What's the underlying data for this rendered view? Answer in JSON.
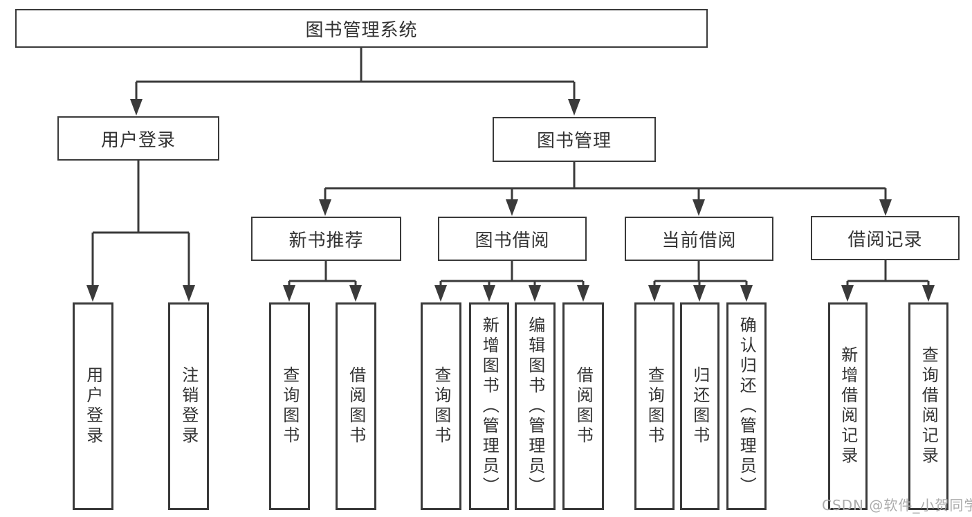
{
  "tree": {
    "root": {
      "label": "图书管理系统"
    },
    "branches": [
      {
        "label": "用户登录",
        "children": [
          {
            "label": "用户登录"
          },
          {
            "label": "注销登录"
          }
        ]
      },
      {
        "label": "图书管理",
        "sections": [
          {
            "label": "新书推荐",
            "children": [
              {
                "label": "查询图书"
              },
              {
                "label": "借阅图书"
              }
            ]
          },
          {
            "label": "图书借阅",
            "children": [
              {
                "label": "查询图书"
              },
              {
                "label": "新增图书（管理员）"
              },
              {
                "label": "编辑图书（管理员）"
              },
              {
                "label": "借阅图书"
              }
            ]
          },
          {
            "label": "当前借阅",
            "children": [
              {
                "label": "查询图书"
              },
              {
                "label": "归还图书"
              },
              {
                "label": "确认归还（管理员）"
              }
            ]
          },
          {
            "label": "借阅记录",
            "children": [
              {
                "label": "新增借阅记录"
              },
              {
                "label": "查询借阅记录"
              }
            ]
          }
        ]
      }
    ]
  },
  "watermark": "CSDN @软件_小贺同学",
  "colors": {
    "line": "#3a3a3a",
    "text": "#333333",
    "watermark": "#ababab",
    "background": "#ffffff"
  }
}
